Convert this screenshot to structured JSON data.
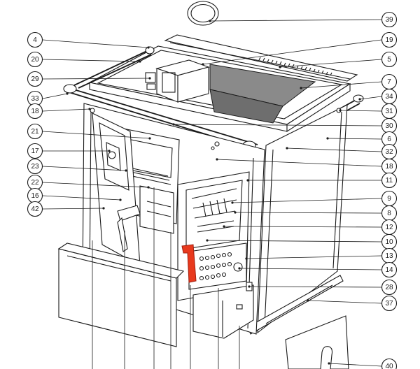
{
  "accent": {
    "highlight": "#e8391d",
    "line": "#1a1a1a",
    "stone_fill": "#7a7a7a"
  },
  "callouts": [
    {
      "id": "c39",
      "label": "39"
    },
    {
      "id": "c19",
      "label": "19"
    },
    {
      "id": "c4",
      "label": "4"
    },
    {
      "id": "c20",
      "label": "20"
    },
    {
      "id": "c5",
      "label": "5"
    },
    {
      "id": "c29",
      "label": "29"
    },
    {
      "id": "c7",
      "label": "7"
    },
    {
      "id": "c33",
      "label": "33"
    },
    {
      "id": "c34",
      "label": "34"
    },
    {
      "id": "c18a",
      "label": "18"
    },
    {
      "id": "c31",
      "label": "31"
    },
    {
      "id": "c30",
      "label": "30"
    },
    {
      "id": "c21",
      "label": "21"
    },
    {
      "id": "c6",
      "label": "6"
    },
    {
      "id": "c17",
      "label": "17"
    },
    {
      "id": "c32",
      "label": "32"
    },
    {
      "id": "c23",
      "label": "23"
    },
    {
      "id": "c18b",
      "label": "18"
    },
    {
      "id": "c22",
      "label": "22"
    },
    {
      "id": "c11",
      "label": "11"
    },
    {
      "id": "c16",
      "label": "16"
    },
    {
      "id": "c9",
      "label": "9"
    },
    {
      "id": "c42",
      "label": "42"
    },
    {
      "id": "c8",
      "label": "8"
    },
    {
      "id": "c12",
      "label": "12"
    },
    {
      "id": "c10",
      "label": "10"
    },
    {
      "id": "c13",
      "label": "13"
    },
    {
      "id": "c14",
      "label": "14"
    },
    {
      "id": "c28",
      "label": "28"
    },
    {
      "id": "c37",
      "label": "37"
    },
    {
      "id": "c40",
      "label": "40"
    }
  ]
}
